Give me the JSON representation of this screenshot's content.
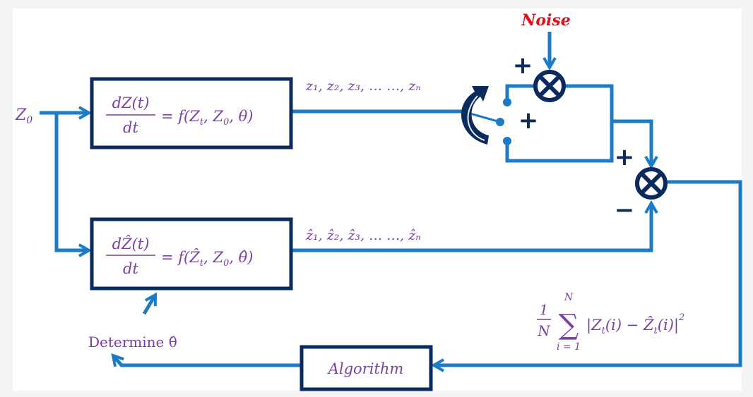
{
  "colors": {
    "line": "#1b7bc6",
    "dark": "#0b2a5e",
    "text": "#7b3fa8",
    "noise": "#e0101a",
    "background": "#ffffff"
  },
  "input": {
    "label": "Z",
    "sub": "0"
  },
  "true_model": {
    "num": "dZ(t)",
    "den": "dt",
    "rhs_pre": "= f(Z",
    "rhs_sub1": "t",
    "rhs_mid": ", Z",
    "rhs_sub2": "0",
    "rhs_post": ", θ)"
  },
  "est_model": {
    "num": "dẐ(t)",
    "den": "dt",
    "rhs_pre": "= f(Ẑ",
    "rhs_sub1": "t",
    "rhs_mid": ", Z",
    "rhs_sub2": "0",
    "rhs_post": ", θ̂)"
  },
  "true_output": "z₁, z₂, z₃, … …, zₙ",
  "est_output": "ẑ₁, ẑ₂, ẑ₃, … …, ẑₙ",
  "noise_label": "Noise",
  "signs": {
    "noise_plus": "+",
    "switch_plus": "+",
    "sum_plus": "+",
    "sum_minus": "−"
  },
  "loss": {
    "frac_num": "1",
    "frac_den": "N",
    "sum_top": "N",
    "sum_bottom": "i = 1",
    "body": "|Z",
    "sub1": "t",
    "body2": "(i) − Ẑ",
    "sub2": "t",
    "body3": "(i)|",
    "power": "2"
  },
  "algorithm_label": "Algorithm",
  "determine_label": "Determine θ̂"
}
